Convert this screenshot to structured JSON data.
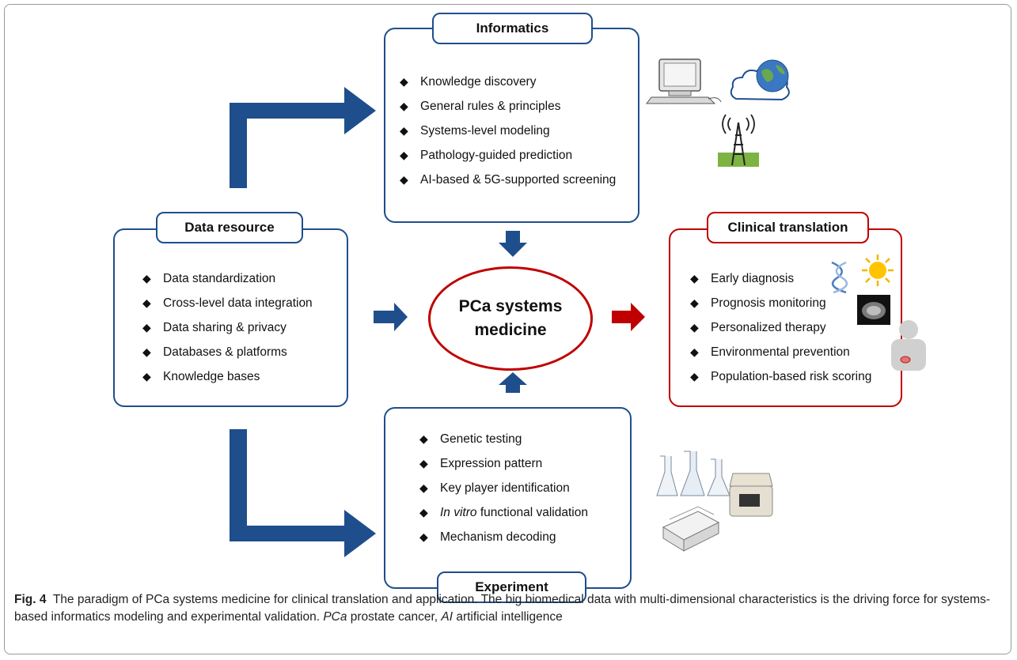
{
  "informatics": {
    "title": "Informatics",
    "items": [
      "Knowledge discovery",
      "General rules & principles",
      "Systems-level modeling",
      "Pathology-guided prediction",
      "AI-based & 5G-supported screening"
    ]
  },
  "data_resource": {
    "title": "Data resource",
    "items": [
      "Data standardization",
      "Cross-level data integration",
      "Data sharing & privacy",
      "Databases & platforms",
      "Knowledge bases"
    ]
  },
  "center": {
    "line1": "PCa systems",
    "line2": "medicine"
  },
  "clinical": {
    "title": "Clinical translation",
    "items": [
      "Early diagnosis",
      "Prognosis monitoring",
      "Personalized therapy",
      "Environmental prevention",
      "Population-based risk scoring"
    ]
  },
  "experiment": {
    "title": "Experiment",
    "items": [
      {
        "italic": "",
        "text": "Genetic testing"
      },
      {
        "italic": "",
        "text": "Expression pattern"
      },
      {
        "italic": "",
        "text": "Key player identification"
      },
      {
        "italic": "In vitro",
        "text": " functional validation"
      },
      {
        "italic": "",
        "text": "Mechanism decoding"
      }
    ]
  },
  "caption": {
    "label": "Fig. 4",
    "text1": "  The paradigm of PCa systems medicine for clinical translation and application. The big biomedical data with multi-dimensional characteristics is the driving force for systems-based informatics modeling and experimental validation. ",
    "abbr1": "PCa",
    "text2": " prostate cancer, ",
    "abbr2": "AI",
    "text3": " artificial intelligence"
  },
  "bullet": "◆",
  "icons": [
    "computer-icon",
    "cloud-globe-icon",
    "signal-tower-icon",
    "dna-icon",
    "sun-icon",
    "ct-scan-icon",
    "person-icon",
    "lab-flask-icon",
    "pcr-machine-icon",
    "sample-rack-icon"
  ],
  "colors": {
    "blue": "#1f4e8c",
    "red": "#c00000"
  }
}
